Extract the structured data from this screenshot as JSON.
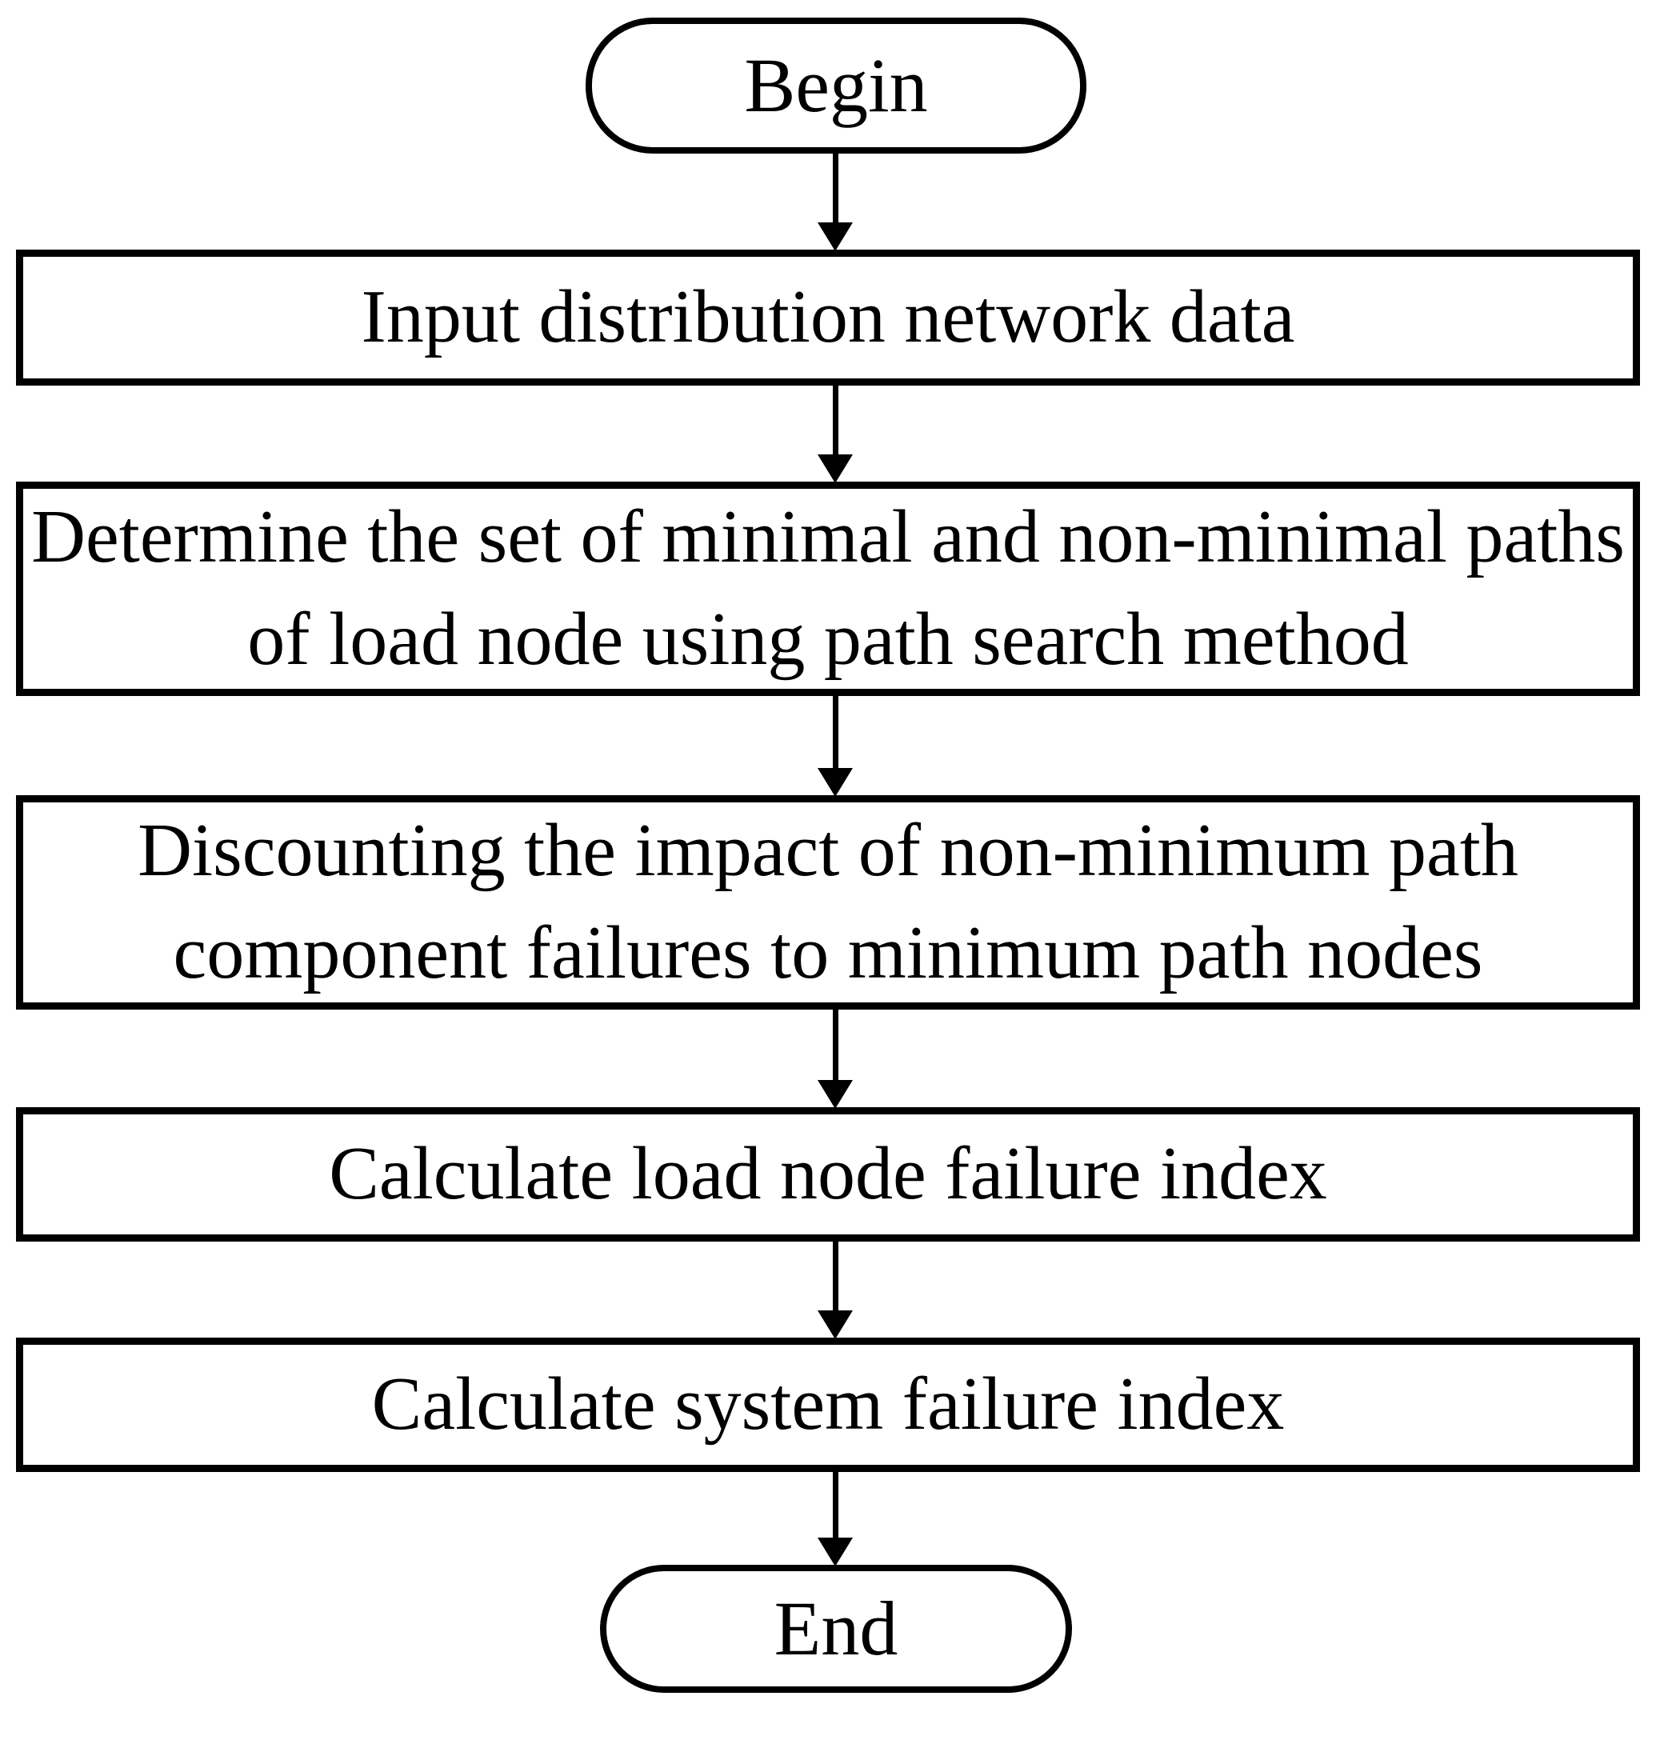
{
  "diagram": {
    "type": "flowchart",
    "background": "#ffffff",
    "stroke_color": "#000000",
    "text_color": "#000000",
    "node_fill": "#ffffff",
    "nodes": [
      {
        "id": "begin",
        "shape": "terminator",
        "lines": [
          "Begin"
        ]
      },
      {
        "id": "input-data",
        "shape": "process",
        "lines": [
          "Input distribution network data"
        ]
      },
      {
        "id": "determine-paths",
        "shape": "process",
        "lines": [
          "Determine the set of minimal and non-minimal paths",
          "of load node using path search method"
        ]
      },
      {
        "id": "discount-impact",
        "shape": "process",
        "lines": [
          "Discounting the impact of non-minimum path",
          "component failures to minimum path nodes"
        ]
      },
      {
        "id": "load-node-index",
        "shape": "process",
        "lines": [
          "Calculate load node failure index"
        ]
      },
      {
        "id": "system-index",
        "shape": "process",
        "lines": [
          "Calculate system failure index"
        ]
      },
      {
        "id": "end",
        "shape": "terminator",
        "lines": [
          "End"
        ]
      }
    ],
    "edges": [
      {
        "from": "begin",
        "to": "input-data"
      },
      {
        "from": "input-data",
        "to": "determine-paths"
      },
      {
        "from": "determine-paths",
        "to": "discount-impact"
      },
      {
        "from": "discount-impact",
        "to": "load-node-index"
      },
      {
        "from": "load-node-index",
        "to": "system-index"
      },
      {
        "from": "system-index",
        "to": "end"
      }
    ]
  }
}
